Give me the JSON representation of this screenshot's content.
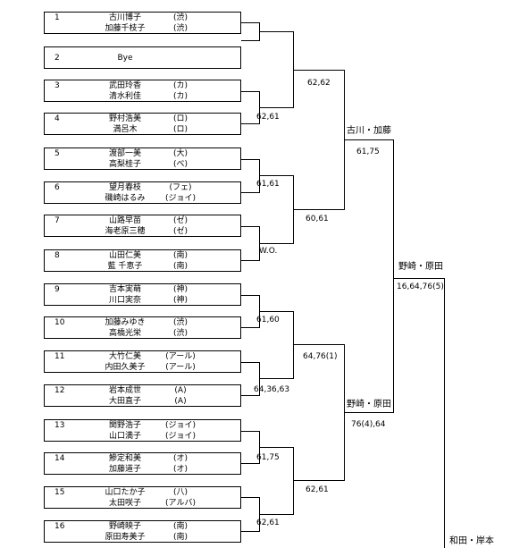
{
  "entries": [
    {
      "seed": "1",
      "p1": "古川博子",
      "t1": "(渋)",
      "p2": "加藤千枝子",
      "t2": "(渋)"
    },
    {
      "seed": "2",
      "bye": "Bye"
    },
    {
      "seed": "3",
      "p1": "武田玲香",
      "t1": "(カ)",
      "p2": "清水利佳",
      "t2": "(カ)"
    },
    {
      "seed": "4",
      "p1": "野村浩美",
      "t1": "(ロ)",
      "p2": "満呂木",
      "t2": "(ロ)"
    },
    {
      "seed": "5",
      "p1": "渡部一美",
      "t1": "(大)",
      "p2": "高梨桂子",
      "t2": "(べ)"
    },
    {
      "seed": "6",
      "p1": "望月春枝",
      "t1": "(フェ)",
      "p2": "磯崎はるみ",
      "t2": "(ジョイ)"
    },
    {
      "seed": "7",
      "p1": "山路早苗",
      "t1": "(ゼ)",
      "p2": "海老原三穂",
      "t2": "(ゼ)"
    },
    {
      "seed": "8",
      "p1": "山田仁美",
      "t1": "(南)",
      "p2": "藍 千恵子",
      "t2": "(南)"
    },
    {
      "seed": "9",
      "p1": "吉本実萌",
      "t1": "(神)",
      "p2": "川口実奈",
      "t2": "(神)"
    },
    {
      "seed": "10",
      "p1": "加藤みゆき",
      "t1": "(渋)",
      "p2": "高橋光栄",
      "t2": "(渋)"
    },
    {
      "seed": "11",
      "p1": "大竹仁美",
      "t1": "(アール)",
      "p2": "内田久美子",
      "t2": "(アール)"
    },
    {
      "seed": "12",
      "p1": "岩本成世",
      "t1": "(A)",
      "p2": "大田直子",
      "t2": "(A)"
    },
    {
      "seed": "13",
      "p1": "関野浩子",
      "t1": "(ジョイ)",
      "p2": "山口満子",
      "t2": "(ジョイ)"
    },
    {
      "seed": "14",
      "p1": "鰺定和美",
      "t1": "(オ)",
      "p2": "加藤道子",
      "t2": "(オ)"
    },
    {
      "seed": "15",
      "p1": "山口たか子",
      "t1": "(八)",
      "p2": "太田咲子",
      "t2": "(アルバ)"
    },
    {
      "seed": "16",
      "p1": "野崎映子",
      "t1": "(南)",
      "p2": "原田寿美子",
      "t2": "(南)"
    }
  ],
  "r1_scores": [
    "62,61",
    "61,61",
    "W.O.",
    "61,60",
    "64,36,63",
    "61,75",
    "62,61"
  ],
  "r2_scores": [
    "62,62",
    "60,61",
    "64,76(1)",
    "62,61"
  ],
  "r3_scores": [
    "61,75",
    "76(4),64"
  ],
  "r3_winners": [
    "古川・加藤",
    "野崎・原田"
  ],
  "final_winner": "野崎・原田",
  "final_score": "16,64,76(5)",
  "opponent": "和田・岸本"
}
